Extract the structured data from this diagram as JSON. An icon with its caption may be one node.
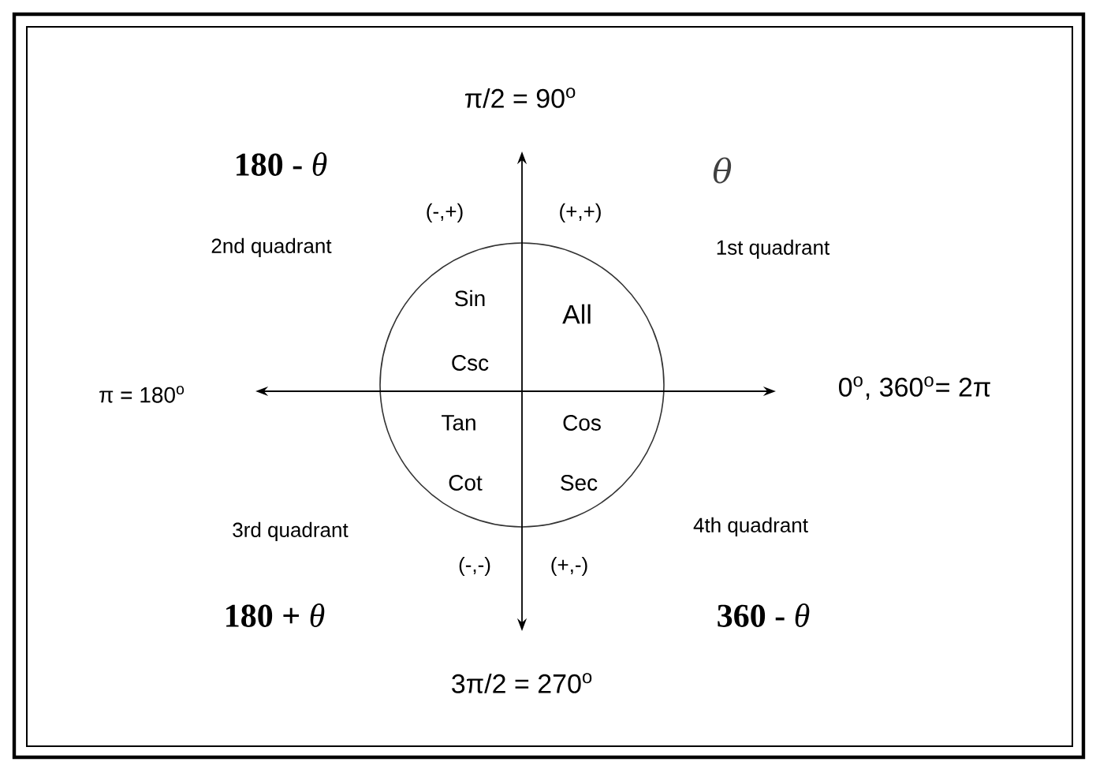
{
  "diagram": {
    "labels": [
      "π/2 = 90$^{o}$",
      "**180 -** *θ*",
      "θ",
      "(-,+)",
      "(+,+)",
      "2nd quadrant",
      "1st quadrant",
      "Sin",
      "All",
      "Csc",
      "π = 180$^{o}$",
      "0$^{o}$, 360$^{o}$= 2π",
      "Tan",
      "Cos",
      "Cot",
      "Sec",
      "3rd quadrant",
      "4th quadrant",
      "(-,-)",
      "(+,-)",
      "**180 +** *θ*",
      "**360 -** *θ*",
      "3π/2 = 270$^{o}$"
    ]
  }
}
